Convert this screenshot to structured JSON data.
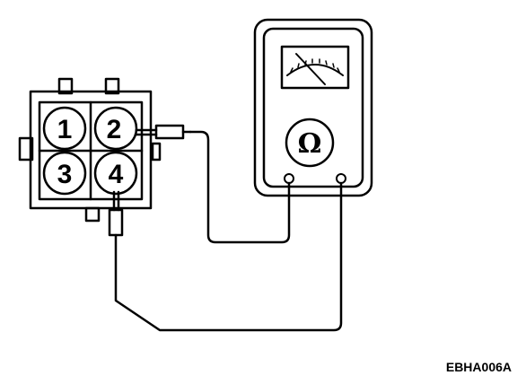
{
  "connector": {
    "pins": [
      "1",
      "2",
      "3",
      "4"
    ]
  },
  "meter": {
    "symbol": "Ω"
  },
  "figure_code": "EBHA006A",
  "colors": {
    "ink": "#000000",
    "paper": "#ffffff"
  }
}
